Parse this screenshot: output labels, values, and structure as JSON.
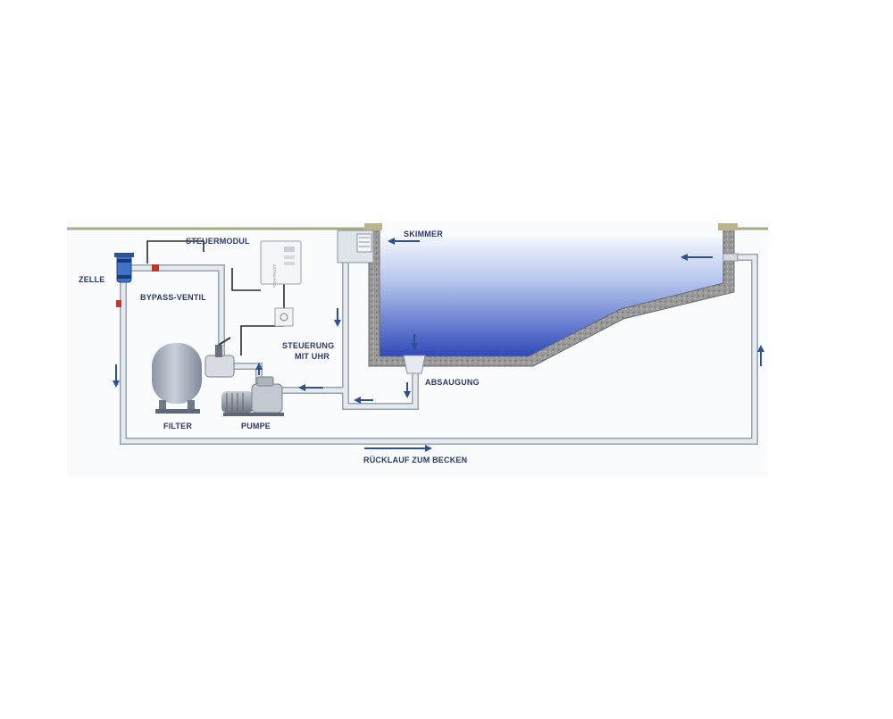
{
  "diagram": {
    "labels": {
      "steuermodul": "STEUERMODUL",
      "zelle": "ZELLE",
      "bypass_ventil": "BYPASS-VENTIL",
      "steuerung_line1": "STEUERUNG",
      "steuerung_line2": "MIT UHR",
      "filter": "FILTER",
      "pumpe": "PUMPE",
      "skimmer": "SKIMMER",
      "absaugung": "ABSAUGUNG",
      "ruecklauf": "RÜCKLAUF ZUM BECKEN"
    },
    "control_panel_text": "ASTRALPOOL"
  },
  "colors": {
    "label": "#2a3a70",
    "pipe": "#dfe3ea",
    "pipe_edge": "#9aa3b0",
    "arrow": "#2c4f9a",
    "ground_line": "#a7ab86",
    "water_top": "#f2f5fc",
    "water_bottom": "#2f47b8",
    "wall": "#8f8f8f",
    "filter_tank": "#aeb8c6"
  }
}
